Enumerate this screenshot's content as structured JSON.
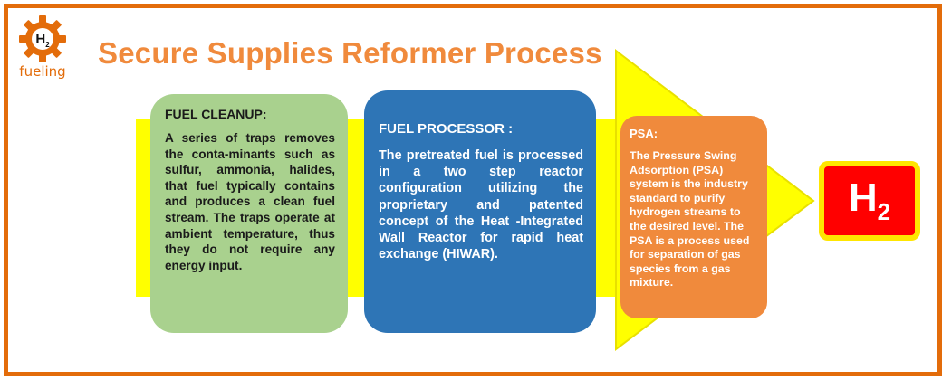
{
  "logo": {
    "symbol": "H",
    "subscript": "2",
    "text": "fueling"
  },
  "title": "Secure Supplies Reformer Process",
  "steps": [
    {
      "heading": "FUEL CLEANUP:",
      "text": "A series of traps removes the conta-minants such as sulfur, ammonia, halides, that fuel typically contains and produces a clean fuel stream. The traps operate at ambient temperature, thus they do not require any energy input."
    },
    {
      "heading": "FUEL PROCESSOR :",
      "text": "The pretreated fuel is processed in a two step reactor configuration utilizing the proprietary and patented concept of the Heat -Integrated Wall Reactor for rapid heat exchange (HIWAR)."
    },
    {
      "heading": "PSA:",
      "text": "The Pressure Swing Adsorption (PSA) system is the industry standard to purify hydrogen streams to the desired level. The PSA is a process used for separation of gas species from a gas mixture."
    }
  ],
  "output": {
    "symbol": "H",
    "subscript": "2"
  },
  "colors": {
    "frame": "#e36c0a",
    "title": "#f08a3c",
    "arrow": "#ffff00",
    "cleanup": "#a9d18e",
    "processor": "#2e75b6",
    "psa": "#f08a3c",
    "output": "#ff0000"
  }
}
